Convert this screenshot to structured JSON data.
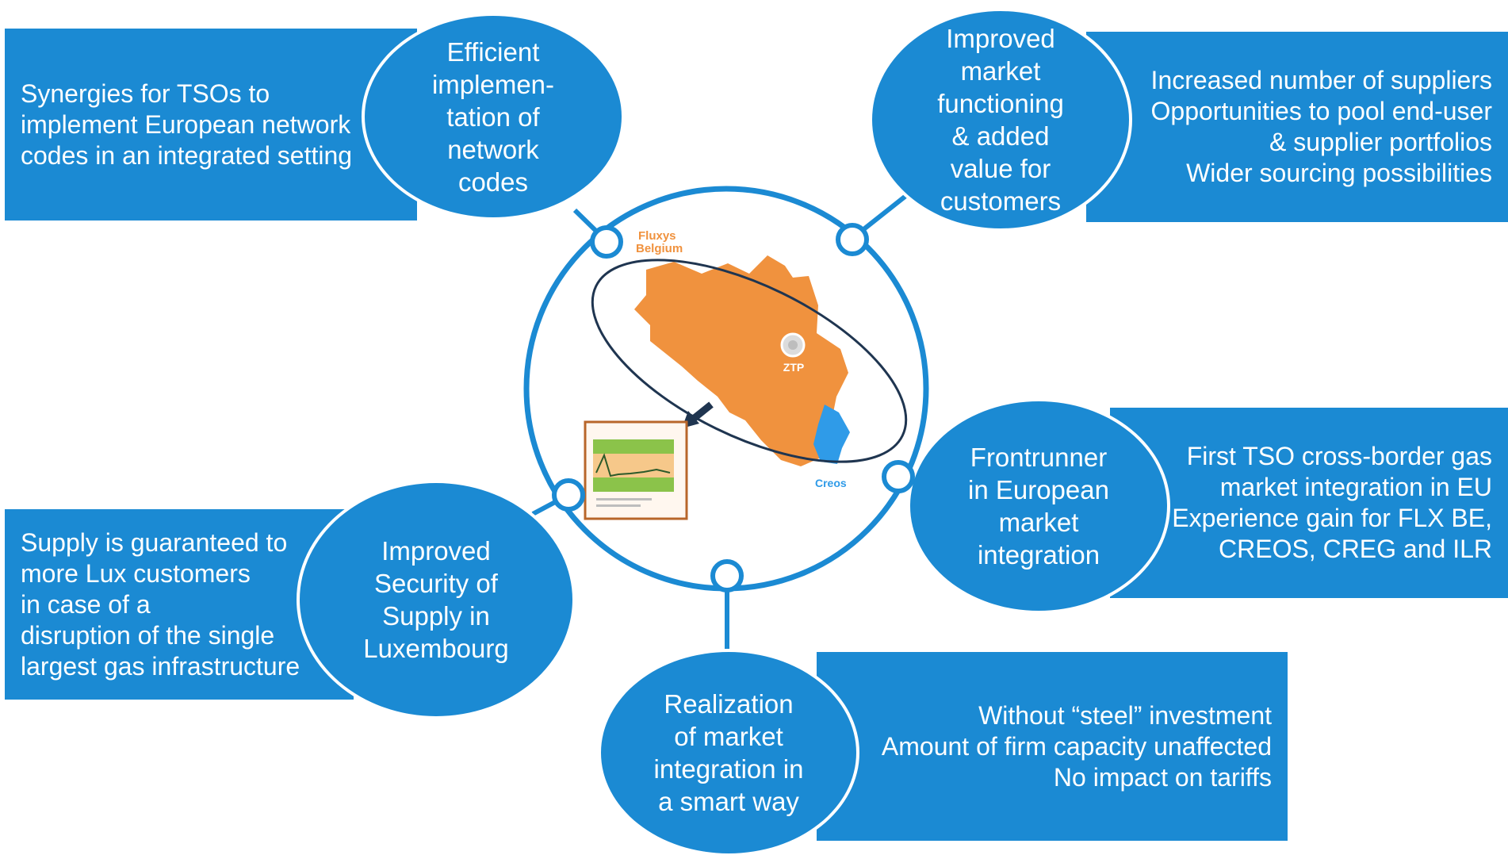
{
  "hub": {
    "fluxys_label_1": "Fluxys",
    "fluxys_label_2": "Belgium",
    "ztp_label": "ZTP",
    "creos_label": "Creos",
    "colors": {
      "accent": "#1b8ad3",
      "map_orange": "#f0923e",
      "lux_blue": "#2f9be8",
      "ellipse": "#1f3550"
    }
  },
  "top_left": {
    "bubble": [
      "Efficient",
      "implemen-",
      "tation of",
      "network",
      "codes"
    ],
    "details": [
      "Synergies for TSOs to",
      "implement European network",
      "codes in an integrated setting"
    ]
  },
  "top_right": {
    "bubble": [
      "Improved",
      "market",
      "functioning",
      "& added",
      "value for",
      "customers"
    ],
    "details": [
      "Increased number of suppliers",
      "Opportunities to pool end-user",
      "& supplier portfolios",
      "Wider sourcing possibilities"
    ]
  },
  "middle_right": {
    "bubble": [
      "Frontrunner",
      "in European",
      "market",
      "integration"
    ],
    "details": [
      "First TSO cross-border gas",
      "market integration in  EU",
      "Experience gain for FLX BE,",
      "CREOS, CREG and ILR"
    ]
  },
  "bottom_left": {
    "bubble": [
      "Improved",
      "Security of",
      "Supply in",
      "Luxembourg"
    ],
    "details": [
      "Supply is guaranteed to",
      "more Lux customers",
      "in case of a",
      "disruption of the single",
      "largest gas infrastructure"
    ]
  },
  "bottom": {
    "bubble": [
      "Realization",
      "of market",
      "integration in",
      "a smart way"
    ],
    "details": [
      "Without “steel” investment",
      "Amount of firm capacity unaffected",
      "No impact on tariffs"
    ]
  }
}
